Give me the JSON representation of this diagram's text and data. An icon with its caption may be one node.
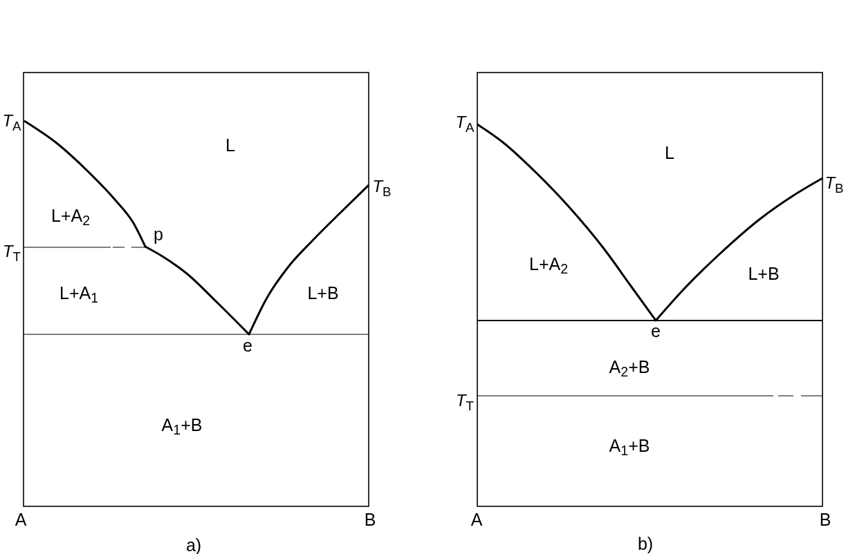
{
  "diagram": {
    "labels": [
      "*T*$_{A}$",
      "L",
      "*T*$_{B}$",
      "L+A$_{2}$",
      "p",
      "*T*$_{T}$",
      "L+A$_{1}$",
      "L+B",
      "e",
      "A$_{1}$+B",
      "A",
      "B",
      "a)",
      "*T*$_{A}$",
      "L",
      "*T*$_{B}$",
      "L+A$_{2}$",
      "L+B",
      "e",
      "A$_{2}$+B",
      "*T*$_{T}$",
      "A$_{1}$+B",
      "A",
      "B",
      "b)"
    ]
  }
}
